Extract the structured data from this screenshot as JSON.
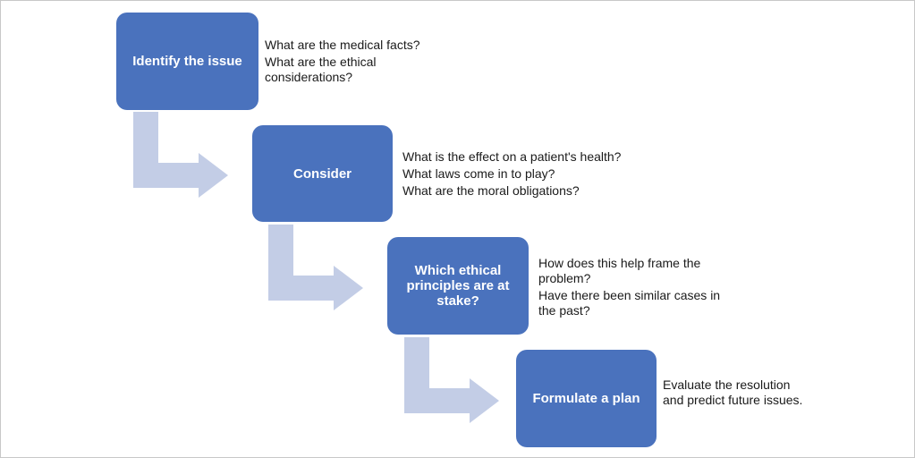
{
  "colors": {
    "box_fill": "#4a72bd",
    "arrow_fill": "#c3cde6",
    "box_text": "#ffffff",
    "note_text": "#1a1a1a"
  },
  "steps": [
    {
      "label": "Identify the issue",
      "notes": [
        "What are the medical facts?",
        "What are the ethical considerations?"
      ]
    },
    {
      "label": "Consider",
      "notes": [
        "What is the effect on a patient's health?",
        "What laws come in to play?",
        "What are the moral obligations?"
      ]
    },
    {
      "label": "Which ethical principles are at stake?",
      "notes": [
        "How does this help frame the problem?",
        "Have there been similar cases in the past?"
      ]
    },
    {
      "label": "Formulate a plan",
      "notes": [
        "Evaluate the resolution and predict future issues."
      ]
    }
  ]
}
